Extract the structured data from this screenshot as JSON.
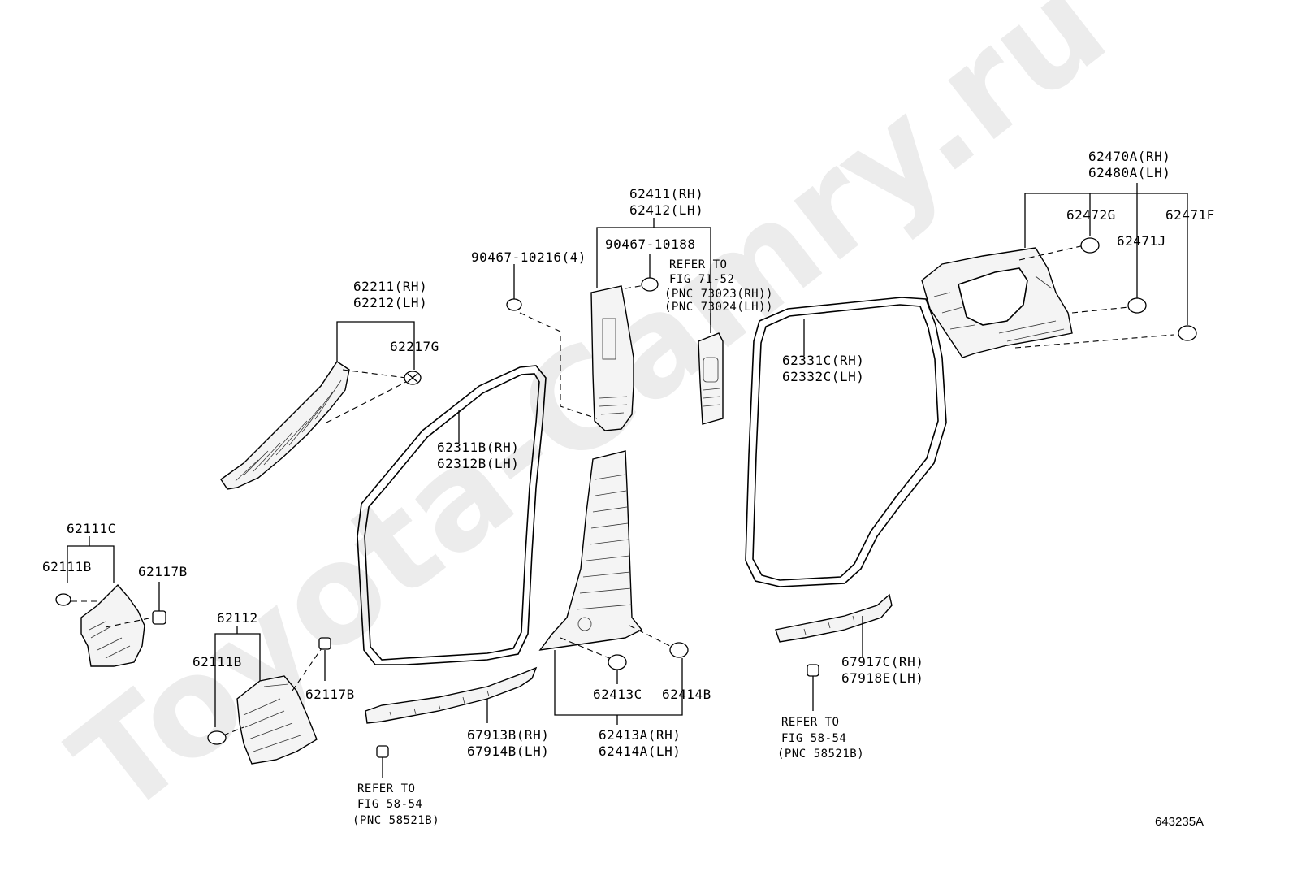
{
  "watermark": "Toyota-Camry.ru",
  "figure_id": "643235A",
  "labels": {
    "p62211": "62211(RH)",
    "p62212": "62212(LH)",
    "p62217g": "62217G",
    "p62111c": "62111C",
    "p62111b_top": "62111B",
    "p62117b_top": "62117B",
    "p62112": "62112",
    "p62111b_bot": "62111B",
    "p62117b_bot": "62117B",
    "p62311b": "62311B(RH)",
    "p62312b": "62312B(LH)",
    "p90467_10216": "90467-10216(4)",
    "p62411": "62411(RH)",
    "p62412": "62412(LH)",
    "p90467_10188": "90467-10188",
    "p62413c": "62413C",
    "p62414b": "62414B",
    "p62413a": "62413A(RH)",
    "p62414a": "62414A(LH)",
    "p67913b": "67913B(RH)",
    "p67914b": "67914B(LH)",
    "p62331c": "62331C(RH)",
    "p62332c": "62332C(LH)",
    "p67917c": "67917C(RH)",
    "p67918e": "67918E(LH)",
    "p62470a": "62470A(RH)",
    "p62480a": "62480A(LH)",
    "p62472g": "62472G",
    "p62471j": "62471J",
    "p62471f": "62471F"
  },
  "refs": {
    "fig71": {
      "line1": "REFER TO",
      "line2": "FIG 71-52",
      "line3": "(PNC 73023(RH))",
      "line4": "(PNC 73024(LH))"
    },
    "fig58_left": {
      "line1": "REFER TO",
      "line2": "FIG 58-54",
      "line3": "(PNC 58521B)"
    },
    "fig58_right": {
      "line1": "REFER TO",
      "line2": "FIG 58-54",
      "line3": "(PNC 58521B)"
    }
  }
}
